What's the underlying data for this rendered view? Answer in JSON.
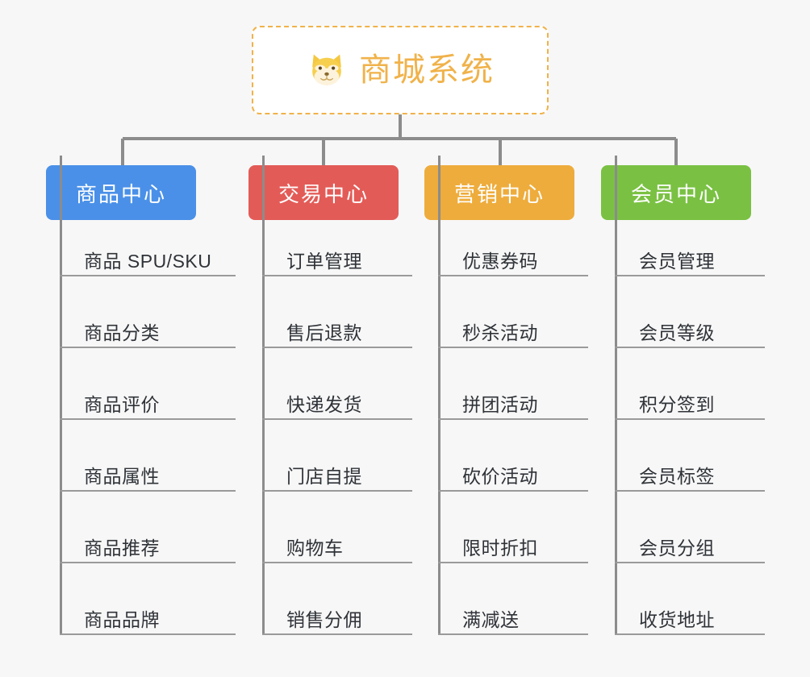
{
  "diagram": {
    "type": "mindmap-tree",
    "background_color": "#f7f7f7",
    "root": {
      "title": "商城系统",
      "icon": "shiba-dog-emoji",
      "text_color": "#f0b24a",
      "border_color": "#f0b24a",
      "border_style": "dashed",
      "fill_color": "#ffffff"
    },
    "connector_color": "#8c8c8c",
    "branches": [
      {
        "label": "商品中心",
        "color": "#4a90e8",
        "items": [
          "商品 SPU/SKU",
          "商品分类",
          "商品评价",
          "商品属性",
          "商品推荐",
          "商品品牌"
        ]
      },
      {
        "label": "交易中心",
        "color": "#e35b57",
        "items": [
          "订单管理",
          "售后退款",
          "快递发货",
          "门店自提",
          "购物车",
          "销售分佣"
        ]
      },
      {
        "label": "营销中心",
        "color": "#eeac3c",
        "items": [
          "优惠券码",
          "秒杀活动",
          "拼团活动",
          "砍价活动",
          "限时折扣",
          "满减送"
        ]
      },
      {
        "label": "会员中心",
        "color": "#7ac143",
        "items": [
          "会员管理",
          "会员等级",
          "积分签到",
          "会员标签",
          "会员分组",
          "收货地址"
        ]
      }
    ]
  }
}
